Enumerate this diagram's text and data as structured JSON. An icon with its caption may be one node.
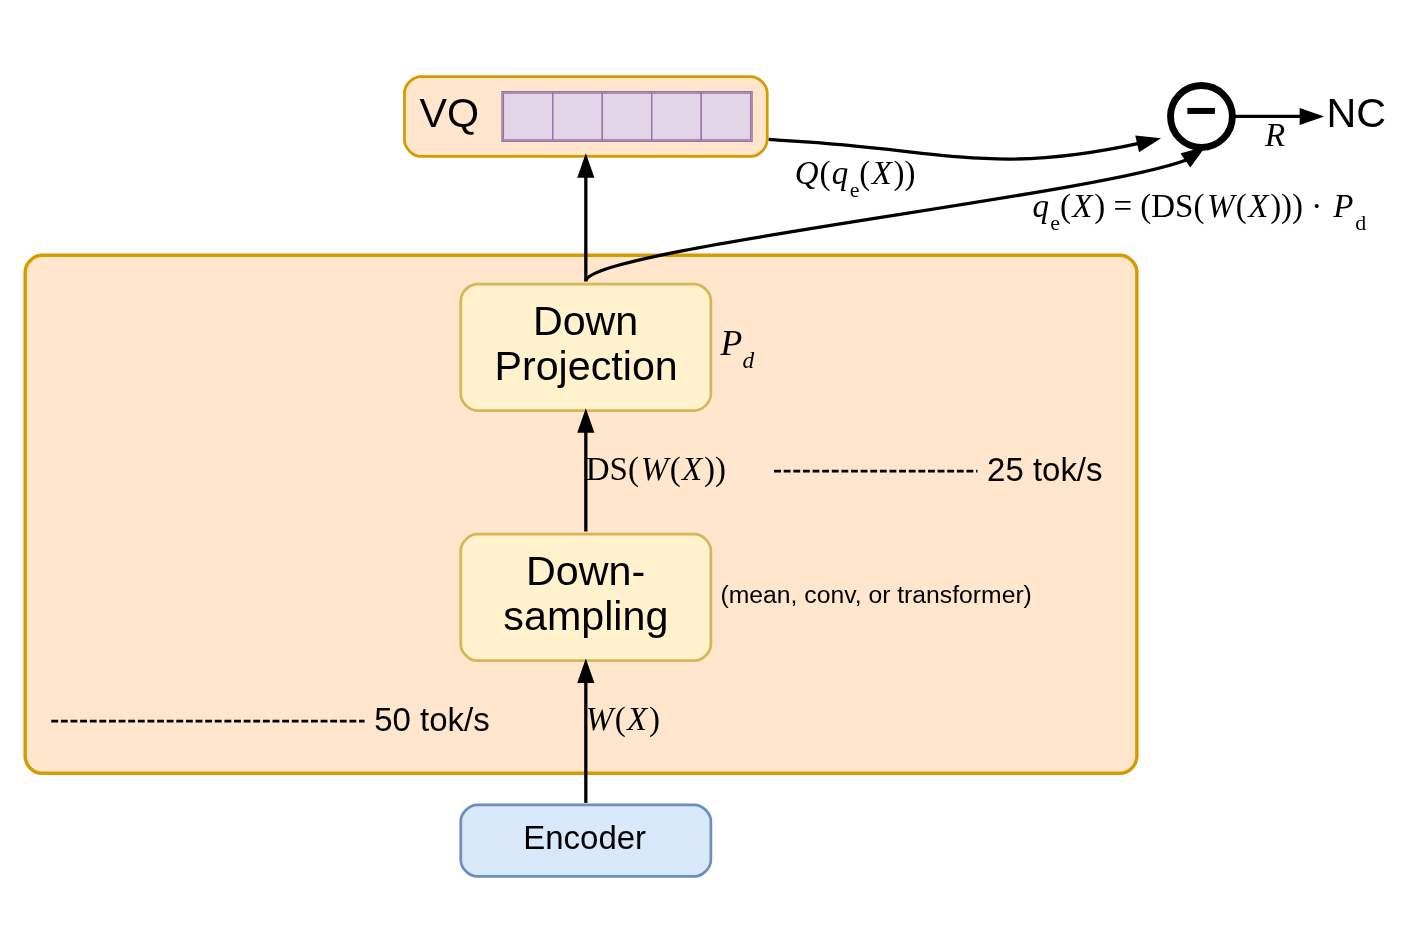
{
  "diagram": {
    "nodes": [
      {
        "text": [
          "VQ"
        ]
      },
      {
        "text": [
          "−"
        ]
      },
      {
        "text": [
          "NC"
        ]
      },
      {
        "text": [],
        "shape": "box"
      },
      {
        "text": [
          "Down Projection"
        ],
        "in": 3,
        "beside": [
          "P$_{d}$"
        ]
      },
      {
        "text": [
          "Down-sampling"
        ],
        "in": 3,
        "beside": [
          "(mean, conv, or transformer)"
        ]
      },
      {
        "text": [
          "Encoder"
        ]
      }
    ],
    "edges": [
      {
        "from": 6,
        "to": 5,
        "arrow": "to",
        "label": "*W*(*X*)"
      },
      {
        "from": 5,
        "to": 4,
        "arrow": "to",
        "label": "DS(*W*(*X*))"
      },
      {
        "from": 4,
        "to": 0,
        "arrow": "to"
      },
      {
        "from": 4,
        "to": 1,
        "arrow": "to",
        "label": "*q*$_{e}$(*X*) = (DS(*W*(*X*))) · *P*$_{d}$"
      },
      {
        "from": 0,
        "to": 1,
        "arrow": "to",
        "label": "*Q*(*q*$_{e}$(*X*))"
      },
      {
        "from": 1,
        "to": 2,
        "arrow": "to",
        "label": "R"
      }
    ],
    "labels": [
      "25 tok/s",
      "50 tok/s"
    ]
  }
}
